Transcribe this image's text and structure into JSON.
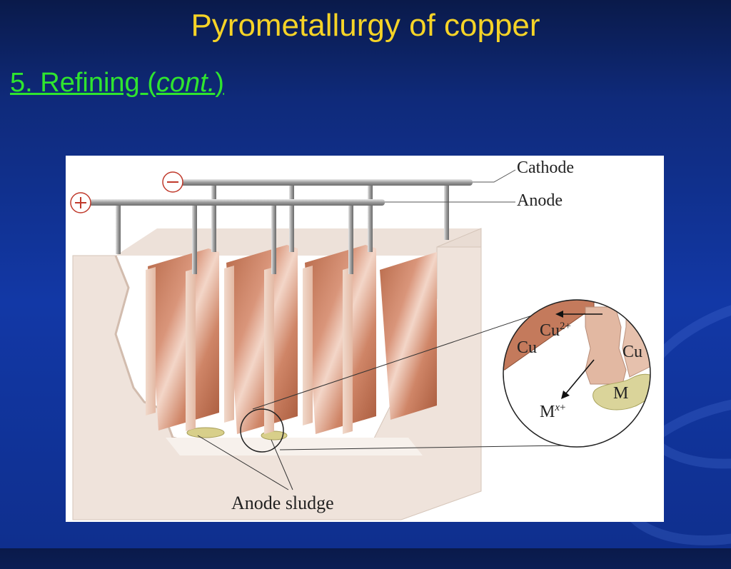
{
  "theme": {
    "title_color": "#f5d327",
    "subtitle_color": "#2fe52f",
    "background": "#1238a6"
  },
  "slide": {
    "title": "Pyrometallurgy of copper",
    "subtitle_main": "5. Refining (",
    "subtitle_italic": "cont.",
    "subtitle_close": ")"
  },
  "diagram": {
    "labels": {
      "cathode": "Cathode",
      "anode": "Anode",
      "anode_sludge": "Anode sludge",
      "minus_sign": "−",
      "plus_sign": "+"
    },
    "inset": {
      "cu_left": "Cu",
      "cu2_base": "Cu",
      "cu2_charge": "2+",
      "cu_right": "Cu",
      "m_solid": "M",
      "mx_base": "M",
      "mx_charge_italic": "x",
      "mx_charge_sign": "+"
    }
  }
}
